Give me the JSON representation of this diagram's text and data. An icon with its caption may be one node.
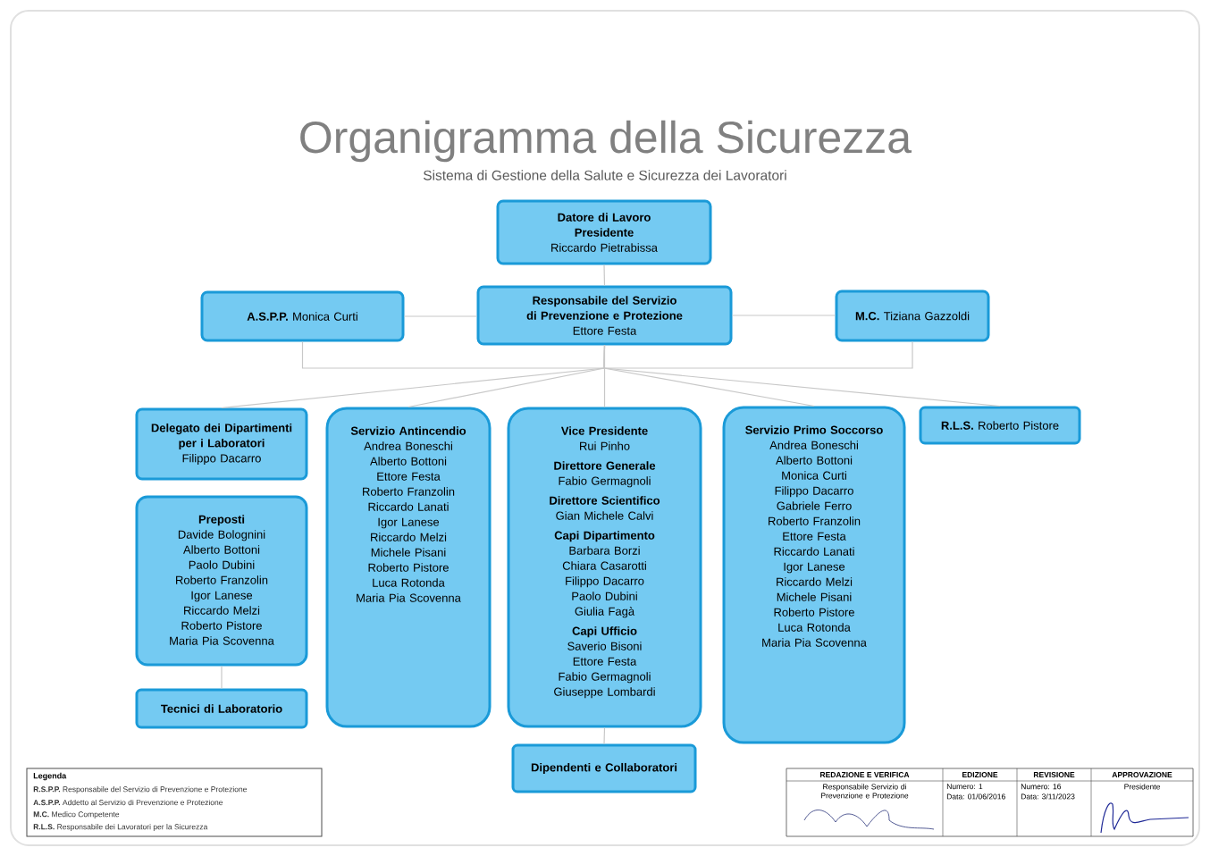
{
  "diagram": {
    "title": "Organigramma della Sicurezza",
    "nodes": [
      {
        "text": [
          "Datore di Lavoro Presidente",
          "Riccardo Pietrabissa"
        ]
      },
      {
        "text": [
          "**A.S.P.P.** Monica Curti"
        ]
      },
      {
        "text": [
          "Responsabile del Servizio di Prevenzione e Protezione",
          "Ettore Festa"
        ]
      },
      {
        "text": [
          "**M.C.** Tiziana Gazzoldi"
        ]
      },
      {
        "text": [
          "Delegato dei Dipartimenti per i Laboratori",
          "Filippo Dacarro"
        ]
      },
      {
        "text": [
          "Preposti",
          "Davide Bolognini",
          "Alberto Bottoni",
          "Paolo Dubini",
          "Roberto Franzolin",
          "Igor Lanese",
          "Riccardo Melzi",
          "Roberto Pistore",
          "Maria Pia Scovenna"
        ]
      },
      {
        "text": [
          "Tecnici di Laboratorio"
        ]
      },
      {
        "text": [
          "Servizio Antincendio",
          "Andrea Boneschi",
          "Alberto Bottoni",
          "Ettore Festa",
          "Roberto Franzolin",
          "Riccardo Lanati",
          "Igor Lanese",
          "Riccardo Melzi",
          "Michele Pisani",
          "Roberto Pistore",
          "Luca Rotonda",
          "Maria Pia Scovenna"
        ]
      },
      {
        "text": [
          "Vice Presidente",
          "Rui Pinho",
          "Direttore Generale",
          "Fabio Germagnoli",
          "Direttore Scientifico",
          "Gian Michele Calvi",
          "Capi Dipartimento",
          "Barbara Borzi",
          "Chiara Casarotti",
          "Filippo Dacarro",
          "Paolo Dubini",
          "Giulia Fagà",
          "Capi Ufficio",
          "Saverio Bisoni",
          "Ettore Festa",
          "Fabio Germagnoli",
          "Giuseppe Lombardi"
        ]
      },
      {
        "text": [
          "Servizio Primo Soccorso",
          "Andrea Boneschi",
          "Alberto Bottoni",
          "Monica Curti",
          "Filippo Dacarro",
          "Gabriele Ferro",
          "Roberto Franzolin",
          "Ettore Festa",
          "Riccardo Lanati",
          "Igor Lanese",
          "Riccardo Melzi",
          "Michele Pisani",
          "Roberto Pistore",
          "Luca Rotonda",
          "Maria Pia Scovenna"
        ]
      },
      {
        "text": [
          "**R.L.S.** Roberto Pistore"
        ]
      },
      {
        "text": [
          "Dipendenti e Collaboratori"
        ]
      }
    ],
    "edges": [
      {
        "from": 0,
        "to": 2,
        "arrow": "none"
      },
      {
        "from": 1,
        "to": 2,
        "arrow": "none"
      },
      {
        "from": 2,
        "to": 3,
        "arrow": "none"
      },
      {
        "from": 1,
        "to": 3,
        "arrow": "none"
      },
      {
        "from": 2,
        "to": 4,
        "arrow": "none"
      },
      {
        "from": 2,
        "to": 7,
        "arrow": "none"
      },
      {
        "from": 2,
        "to": 8,
        "arrow": "none"
      },
      {
        "from": 2,
        "to": 9,
        "arrow": "none"
      },
      {
        "from": 2,
        "to": 10,
        "arrow": "none"
      },
      {
        "from": 5,
        "to": 6,
        "arrow": "none"
      },
      {
        "from": 8,
        "to": 11,
        "arrow": "none"
      }
    ],
    "labels": [
      "Sistema di Gestione della Salute e Sicurezza dei Lavoratori",
      "Legenda",
      "REDAZIONE E VERIFICA",
      "EDIZIONE",
      "REVISIONE",
      "APPROVAZIONE",
      "Responsabile Servizio di Prevenzione e Protezione",
      "Numero: 1",
      "Data: 01/06/2016",
      "Numero: 16",
      "Data: 3/11/2023",
      "Presidente"
    ],
    "legend": [
      {
        "text": "**R.S.P.P.** Responsabile del Servizio di Prevenzione e Protezione"
      },
      {
        "text": "**A.S.P.P.** Addetto al Servizio di Prevenzione e Protezione"
      },
      {
        "text": "**M.C.** Medico Competente"
      },
      {
        "text": "**R.L.S.** Responsabile dei Lavoratori per la Sicurezza"
      }
    ]
  }
}
